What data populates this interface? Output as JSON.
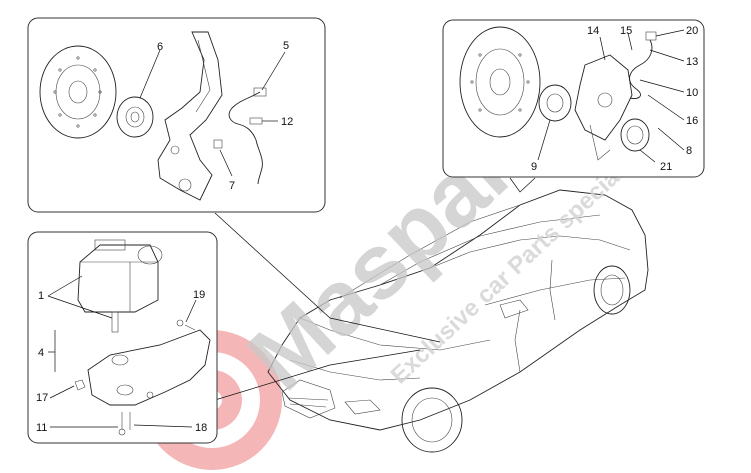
{
  "watermark": {
    "brand": "Masparts",
    "tagline": "Exclusive car Parts specialist",
    "colors": {
      "grey": "#c8c8c8",
      "red": "#e03030"
    }
  },
  "callouts": {
    "front": [
      "6",
      "5",
      "12",
      "7"
    ],
    "rear": [
      "14",
      "15",
      "20",
      "13",
      "10",
      "16",
      "8",
      "21",
      "9"
    ],
    "abs": [
      "1",
      "19",
      "4",
      "17",
      "11",
      "18"
    ]
  }
}
